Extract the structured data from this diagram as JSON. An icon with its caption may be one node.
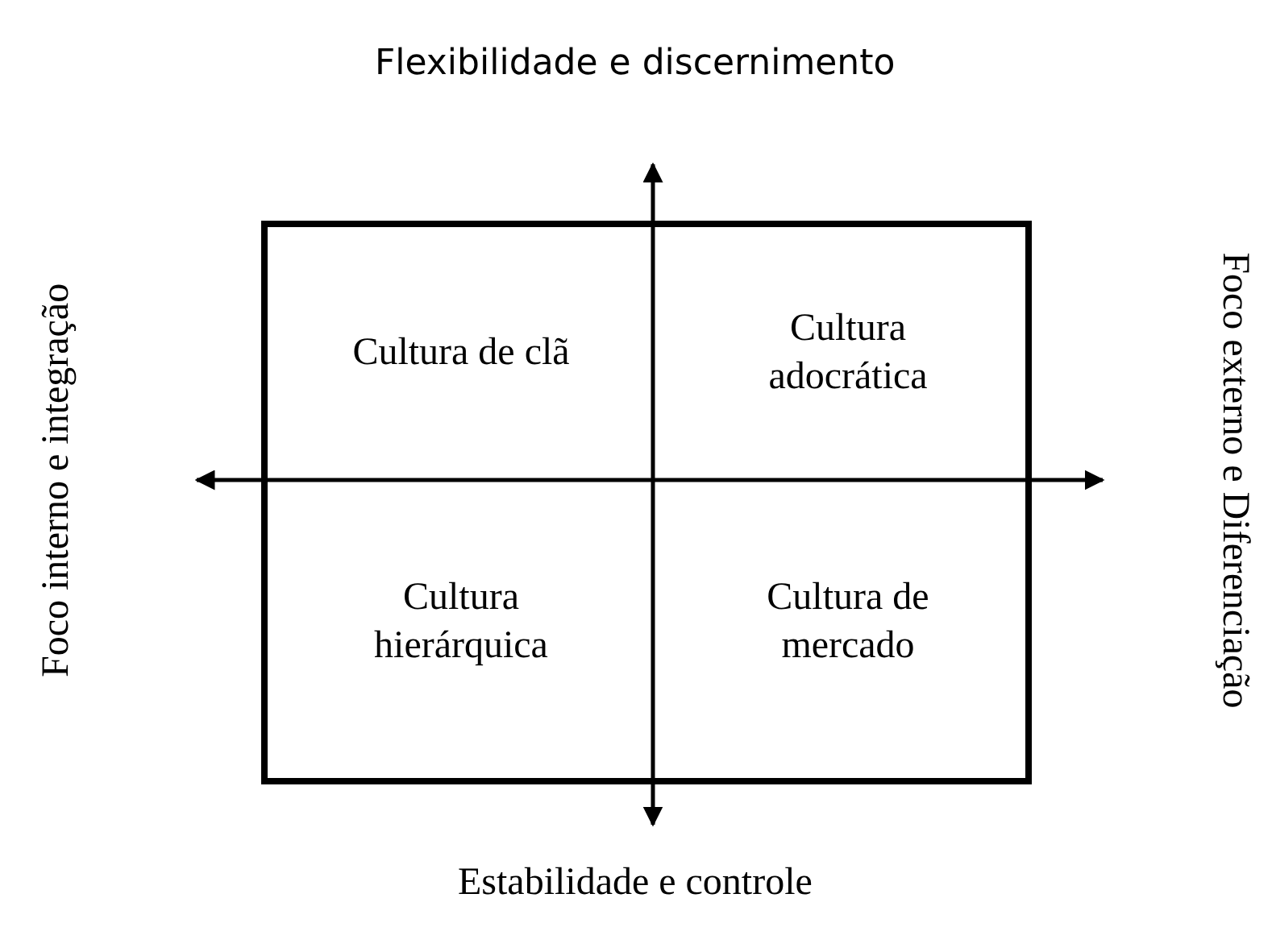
{
  "diagram": {
    "nodes": [
      {
        "text": [],
        "shape": "box"
      },
      {
        "text": [
          "Cultura de clã"
        ],
        "in": 0
      },
      {
        "text": [
          "Cultura adocrática"
        ],
        "in": 0
      },
      {
        "text": [
          "Cultura hierárquica"
        ],
        "in": 0
      },
      {
        "text": [
          "Cultura de mercado"
        ],
        "in": 0
      }
    ],
    "labels": [
      "Flexibilidade e discernimento",
      "Foco interno e integração",
      "Foco externo e Diferenciação",
      "Estabilidade e controle"
    ]
  }
}
